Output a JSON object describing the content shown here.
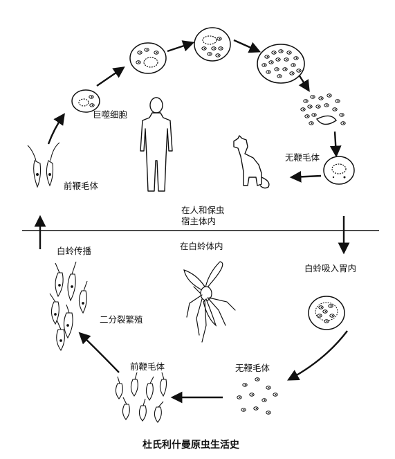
{
  "title": "杜氏利什曼原虫生活史",
  "labels": {
    "macrophage": "巨噬细胞",
    "promastigote_top": "前鞭毛体",
    "amastigote_top": "无鞭毛体",
    "host_line1": "在人和保虫",
    "host_line2": "宿主体内",
    "in_sandfly": "在白蛉体内",
    "sandfly_ingest": "白蛉吸入胃内",
    "sandfly_transmit": "白蛉传播",
    "binary_fission": "二分裂繁殖",
    "promastigote_bottom": "前鞭毛体",
    "amastigote_bottom": "无鞭毛体"
  },
  "colors": {
    "ink": "#111111",
    "background": "#ffffff"
  }
}
